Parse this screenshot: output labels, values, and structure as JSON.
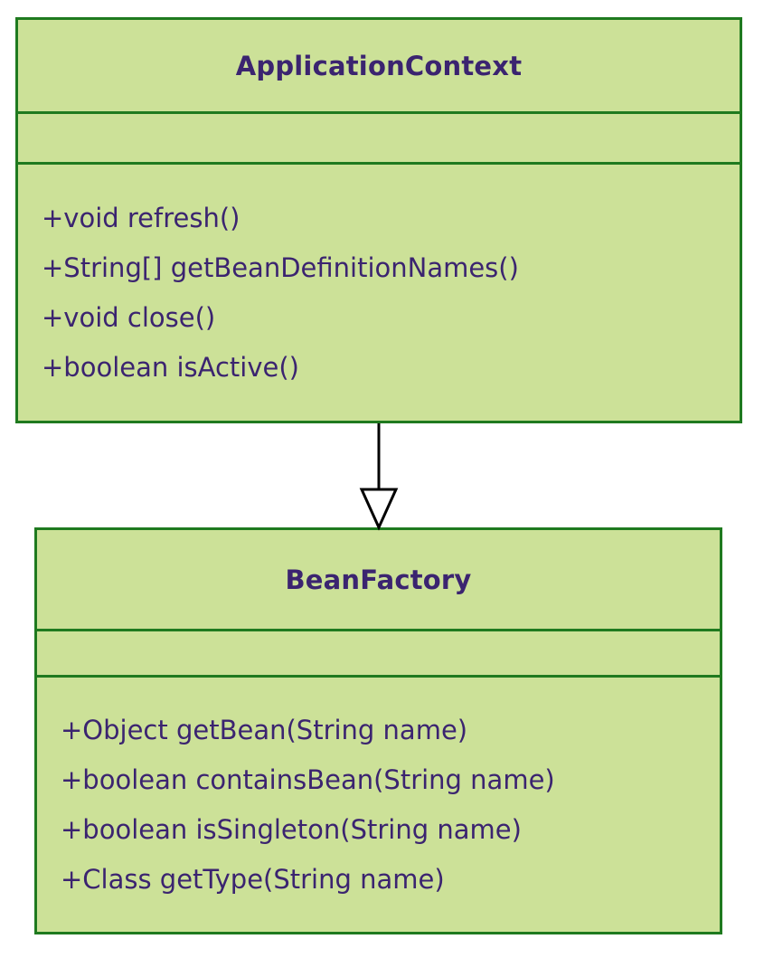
{
  "diagram": {
    "type": "uml-class-diagram",
    "background_color": "#ffffff",
    "classes": [
      {
        "id": "application-context",
        "name": "ApplicationContext",
        "fill_color": "#cce198",
        "border_color": "#1f7a1f",
        "text_color": "#3b2470",
        "attributes": [],
        "methods": [
          "+void refresh()",
          "+String[] getBeanDefinitionNames()",
          "+void close()",
          "+boolean isActive()"
        ]
      },
      {
        "id": "bean-factory",
        "name": "BeanFactory",
        "fill_color": "#cce198",
        "border_color": "#1f7a1f",
        "text_color": "#3b2470",
        "attributes": [],
        "methods": [
          "+Object getBean(String name)",
          "+boolean containsBean(String name)",
          "+boolean isSingleton(String name)",
          "+Class getType(String name)"
        ]
      }
    ],
    "relationships": [
      {
        "id": "generalization-1",
        "kind": "generalization",
        "from": "ApplicationContext",
        "to": "BeanFactory",
        "arrow": "hollow-triangle",
        "line_color": "#000000",
        "label": ""
      }
    ]
  }
}
